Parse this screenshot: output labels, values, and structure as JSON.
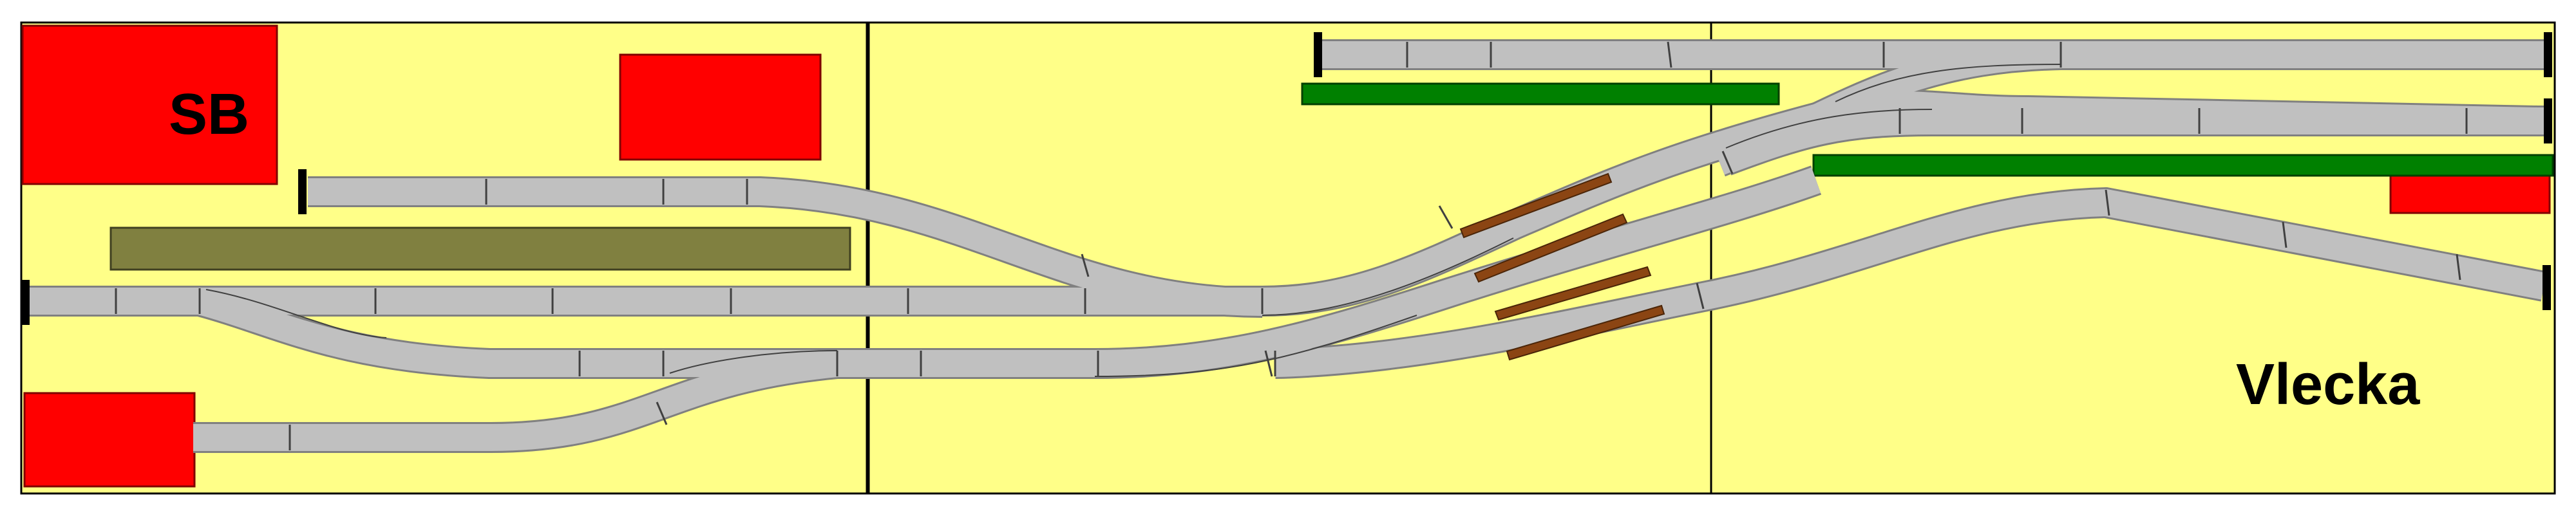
{
  "diagram": {
    "title": "",
    "labels": {
      "sb": "SB",
      "vlecka": "Vlecka"
    },
    "colors": {
      "board": "#ffff88",
      "board_border": "#000000",
      "track": "#c0c0c0",
      "track_edge": "#808080",
      "tie_mark": "#606060",
      "buffer_stop": "#000000",
      "building": "#ff0000",
      "platform_olive": "#808040",
      "platform_green": "#008000",
      "ramp_brown": "#8b4513"
    },
    "boards": [
      "board-left",
      "board-middle",
      "board-right"
    ],
    "buildings": [
      "sb-building",
      "station-building",
      "loading-shed-left",
      "vlecka-building"
    ],
    "platforms": [
      "olive-platform",
      "green-platform-upper",
      "green-platform-lower"
    ],
    "ramps": [
      "ramp-1",
      "ramp-2",
      "ramp-3",
      "ramp-4"
    ],
    "buffer_stops": [
      "buffer-stop-west-main",
      "buffer-stop-upper-siding",
      "buffer-stop-top-left",
      "buffer-stop-top-right",
      "buffer-stop-mid-right",
      "buffer-stop-lower-right"
    ]
  }
}
